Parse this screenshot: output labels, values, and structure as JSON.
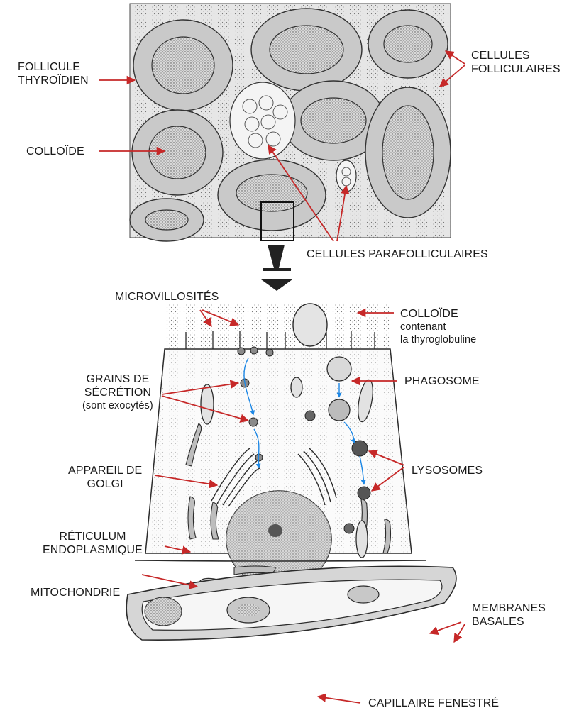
{
  "colors": {
    "arrow": "#c62828",
    "transport": "#1e88e5",
    "line": "#2b2b2b",
    "tissue_fill": "#eeeeee"
  },
  "labels": {
    "follicule": [
      "FOLLICULE",
      "THYROÏDIEN"
    ],
    "cellules_folliculaires": [
      "CELLULES",
      "FOLLICULAIRES"
    ],
    "colloide_top": "COLLOÏDE",
    "parafolliculaires": "CELLULES PARAFOLLICULAIRES",
    "microvillosites": "MICROVILLOSITÉS",
    "colloide_cell": [
      "COLLOÏDE",
      "contenant",
      "la thyroglobuline"
    ],
    "grains": [
      "GRAINS DE",
      "SÉCRÉTION",
      "(sont exocytés)"
    ],
    "phagosome": "PHAGOSOME",
    "golgi": [
      "APPAREIL DE",
      "GOLGI"
    ],
    "lysosomes": "LYSOSOMES",
    "reticulum": [
      "RÉTICULUM",
      "ENDOPLASMIQUE"
    ],
    "mitochondrie": "MITOCHONDRIE",
    "membranes": [
      "MEMBRANES",
      "BASALES"
    ],
    "capillaire": "CAPILLAIRE FENESTRÉ"
  }
}
